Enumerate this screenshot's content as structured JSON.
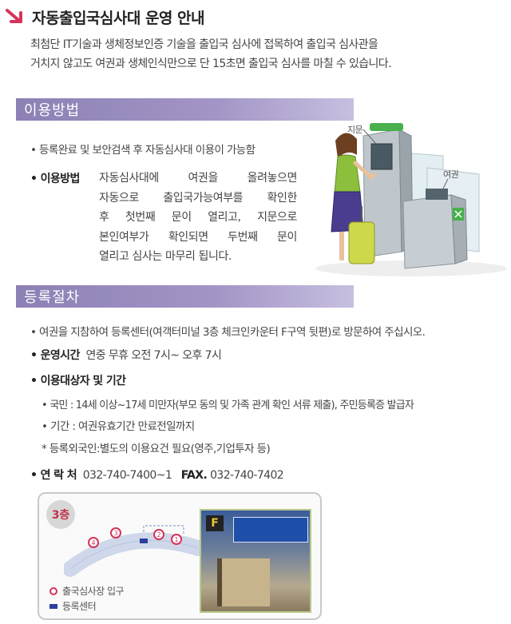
{
  "title": "자동출입국심사대 운영 안내",
  "intro": {
    "line1": "최첨단 IT기술과 생체정보인증 기술을 출입국 심사에 접목하여 출입국 심사관을",
    "line2": "거치지 않고도 여권과 생체인식만으로 단 15초면 출입국 심사를 마칠 수 있습니다."
  },
  "usage": {
    "header": "이용방법",
    "bullet1": "• 등록완료 및 보안검색 후 자동심사대 이용이 가능함",
    "method_label": "이용방법",
    "method_lines": [
      "자동심사대에 여권을 올려놓으면",
      "자동으로 출입국가능여부를 확인한",
      "후 첫번째 문이 열리고, 지문으로",
      "본인여부가 확인되면 두번째 문이",
      "열리고 심사는 마무리 됩니다."
    ],
    "illustration": {
      "fingerprint_label": "지문",
      "passport_label": "여권"
    }
  },
  "registration": {
    "header": "등록절차",
    "bullet1": "• 여권을 지참하여 등록센터(여객터미널 3층 체크인카운터 F구역 뒷편)로 방문하여 주십시오.",
    "hours_label": "운영시간",
    "hours_value": "연중 무휴 오전 7시~ 오후 7시",
    "eligible_label": "이용대상자 및 기간",
    "citizen": "• 국민 : 14세 이상~17세 미만자(부모 동의 및 가족 관계 확인 서류 제출), 주민등록증 발급자",
    "period": "• 기간 : 여권유효기간 만료전일까지",
    "foreigner": "* 등록외국인:별도의 이용요건 필요(영주,기업투자 등)",
    "contact_label": "연 락 처",
    "contact_phone": "032-740-7400~1",
    "fax_label": "FAX.",
    "fax_value": "032-740-7402"
  },
  "map": {
    "floor": "3층",
    "gates": [
      "4",
      "3",
      "2",
      "1"
    ],
    "sign_letter": "F",
    "legend_entrance": "출국심사장 입구",
    "legend_center": "등록센터"
  },
  "colors": {
    "band": "#8d80b4",
    "arrow": "#d6335a",
    "gate_circle": "#d6335a",
    "center_marker": "#2b3f9b"
  }
}
